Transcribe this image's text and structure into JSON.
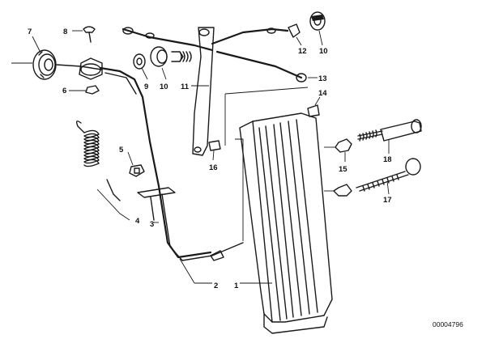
{
  "callouts": [
    {
      "id": "1",
      "label": "1"
    },
    {
      "id": "2",
      "label": "2"
    },
    {
      "id": "3",
      "label": "3"
    },
    {
      "id": "4",
      "label": "4"
    },
    {
      "id": "5",
      "label": "5"
    },
    {
      "id": "6",
      "label": "6"
    },
    {
      "id": "7",
      "label": "7"
    },
    {
      "id": "8",
      "label": "8"
    },
    {
      "id": "9",
      "label": "9"
    },
    {
      "id": "10a",
      "label": "10"
    },
    {
      "id": "10b",
      "label": "10"
    },
    {
      "id": "11",
      "label": "11"
    },
    {
      "id": "12",
      "label": "12"
    },
    {
      "id": "13",
      "label": "13"
    },
    {
      "id": "14",
      "label": "14"
    },
    {
      "id": "15",
      "label": "15"
    },
    {
      "id": "16",
      "label": "16"
    },
    {
      "id": "17",
      "label": "17"
    },
    {
      "id": "18",
      "label": "18"
    }
  ],
  "reference_number": "00004796"
}
